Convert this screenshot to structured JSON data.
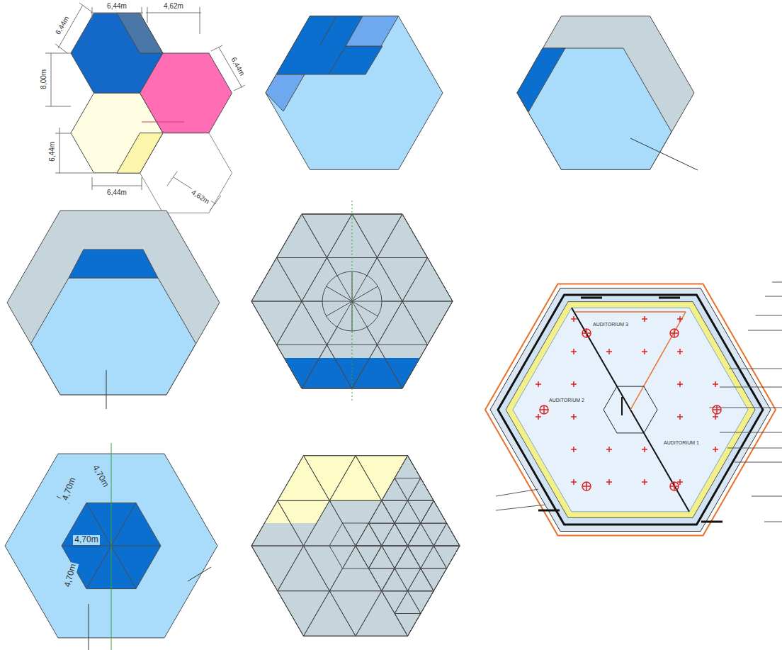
{
  "diagram": {
    "labels": [
      "6,44m",
      "4,62m",
      "6,44m",
      "6,44m",
      "8,00m",
      "6,44m",
      "6,44m",
      "4,62m",
      "4,70m",
      "4,70m",
      "4,70m",
      "4,70m",
      "AUDITORIUM 3",
      "AUDITORIUM 2",
      "AUDITORIUM 1"
    ]
  }
}
